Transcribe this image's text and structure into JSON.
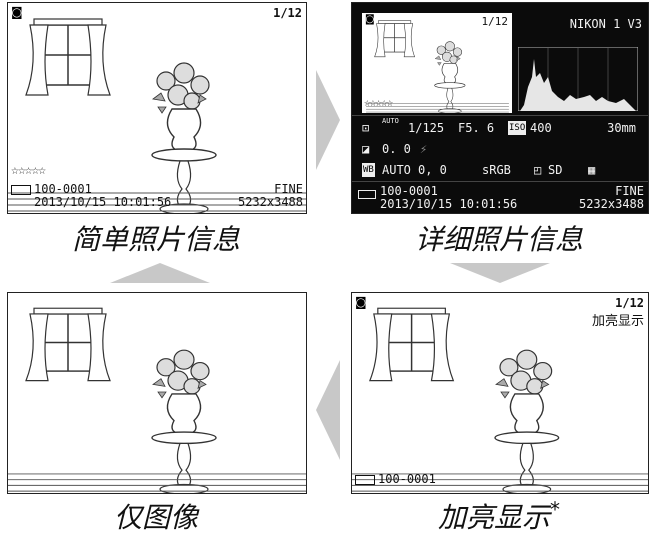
{
  "captions": {
    "simple": "简单照片信息",
    "detailed": "详细照片信息",
    "image_only": "仅图像",
    "highlights": "加亮显示",
    "highlights_footnote": "*"
  },
  "panel_simple": {
    "frame": "1/12",
    "stars": "☆☆☆☆☆",
    "file": "100-0001",
    "datetime": "2013/10/15 10:01:56",
    "quality": "FINE",
    "size": "5232x3488",
    "camera_icon": "camera-icon",
    "battery_icon": "battery-icon"
  },
  "panel_detailed": {
    "frame": "1/12",
    "camera": "NIKON 1 V3",
    "stars": "☆☆☆☆☆",
    "shutter": "1/125",
    "aperture": "F5. 6",
    "iso_label": "ISO",
    "iso": "400",
    "focal": "30mm",
    "auto_label": "AUTO",
    "exposure_comp": "0. 0",
    "wb_label": "WB",
    "wb": "AUTO",
    "wb_adj": "0,  0",
    "colorspace": "sRGB",
    "picture_control": "SD",
    "file": "100-0001",
    "datetime": "2013/10/15 10:01:56",
    "quality": "FINE",
    "size": "5232x3488"
  },
  "panel_highlights": {
    "frame": "1/12",
    "label": "加亮显示",
    "file": "100-0001"
  },
  "colors": {
    "arrow": "#c8c8c8",
    "frame": "#222222",
    "display_bg": "#0b0b0b"
  }
}
